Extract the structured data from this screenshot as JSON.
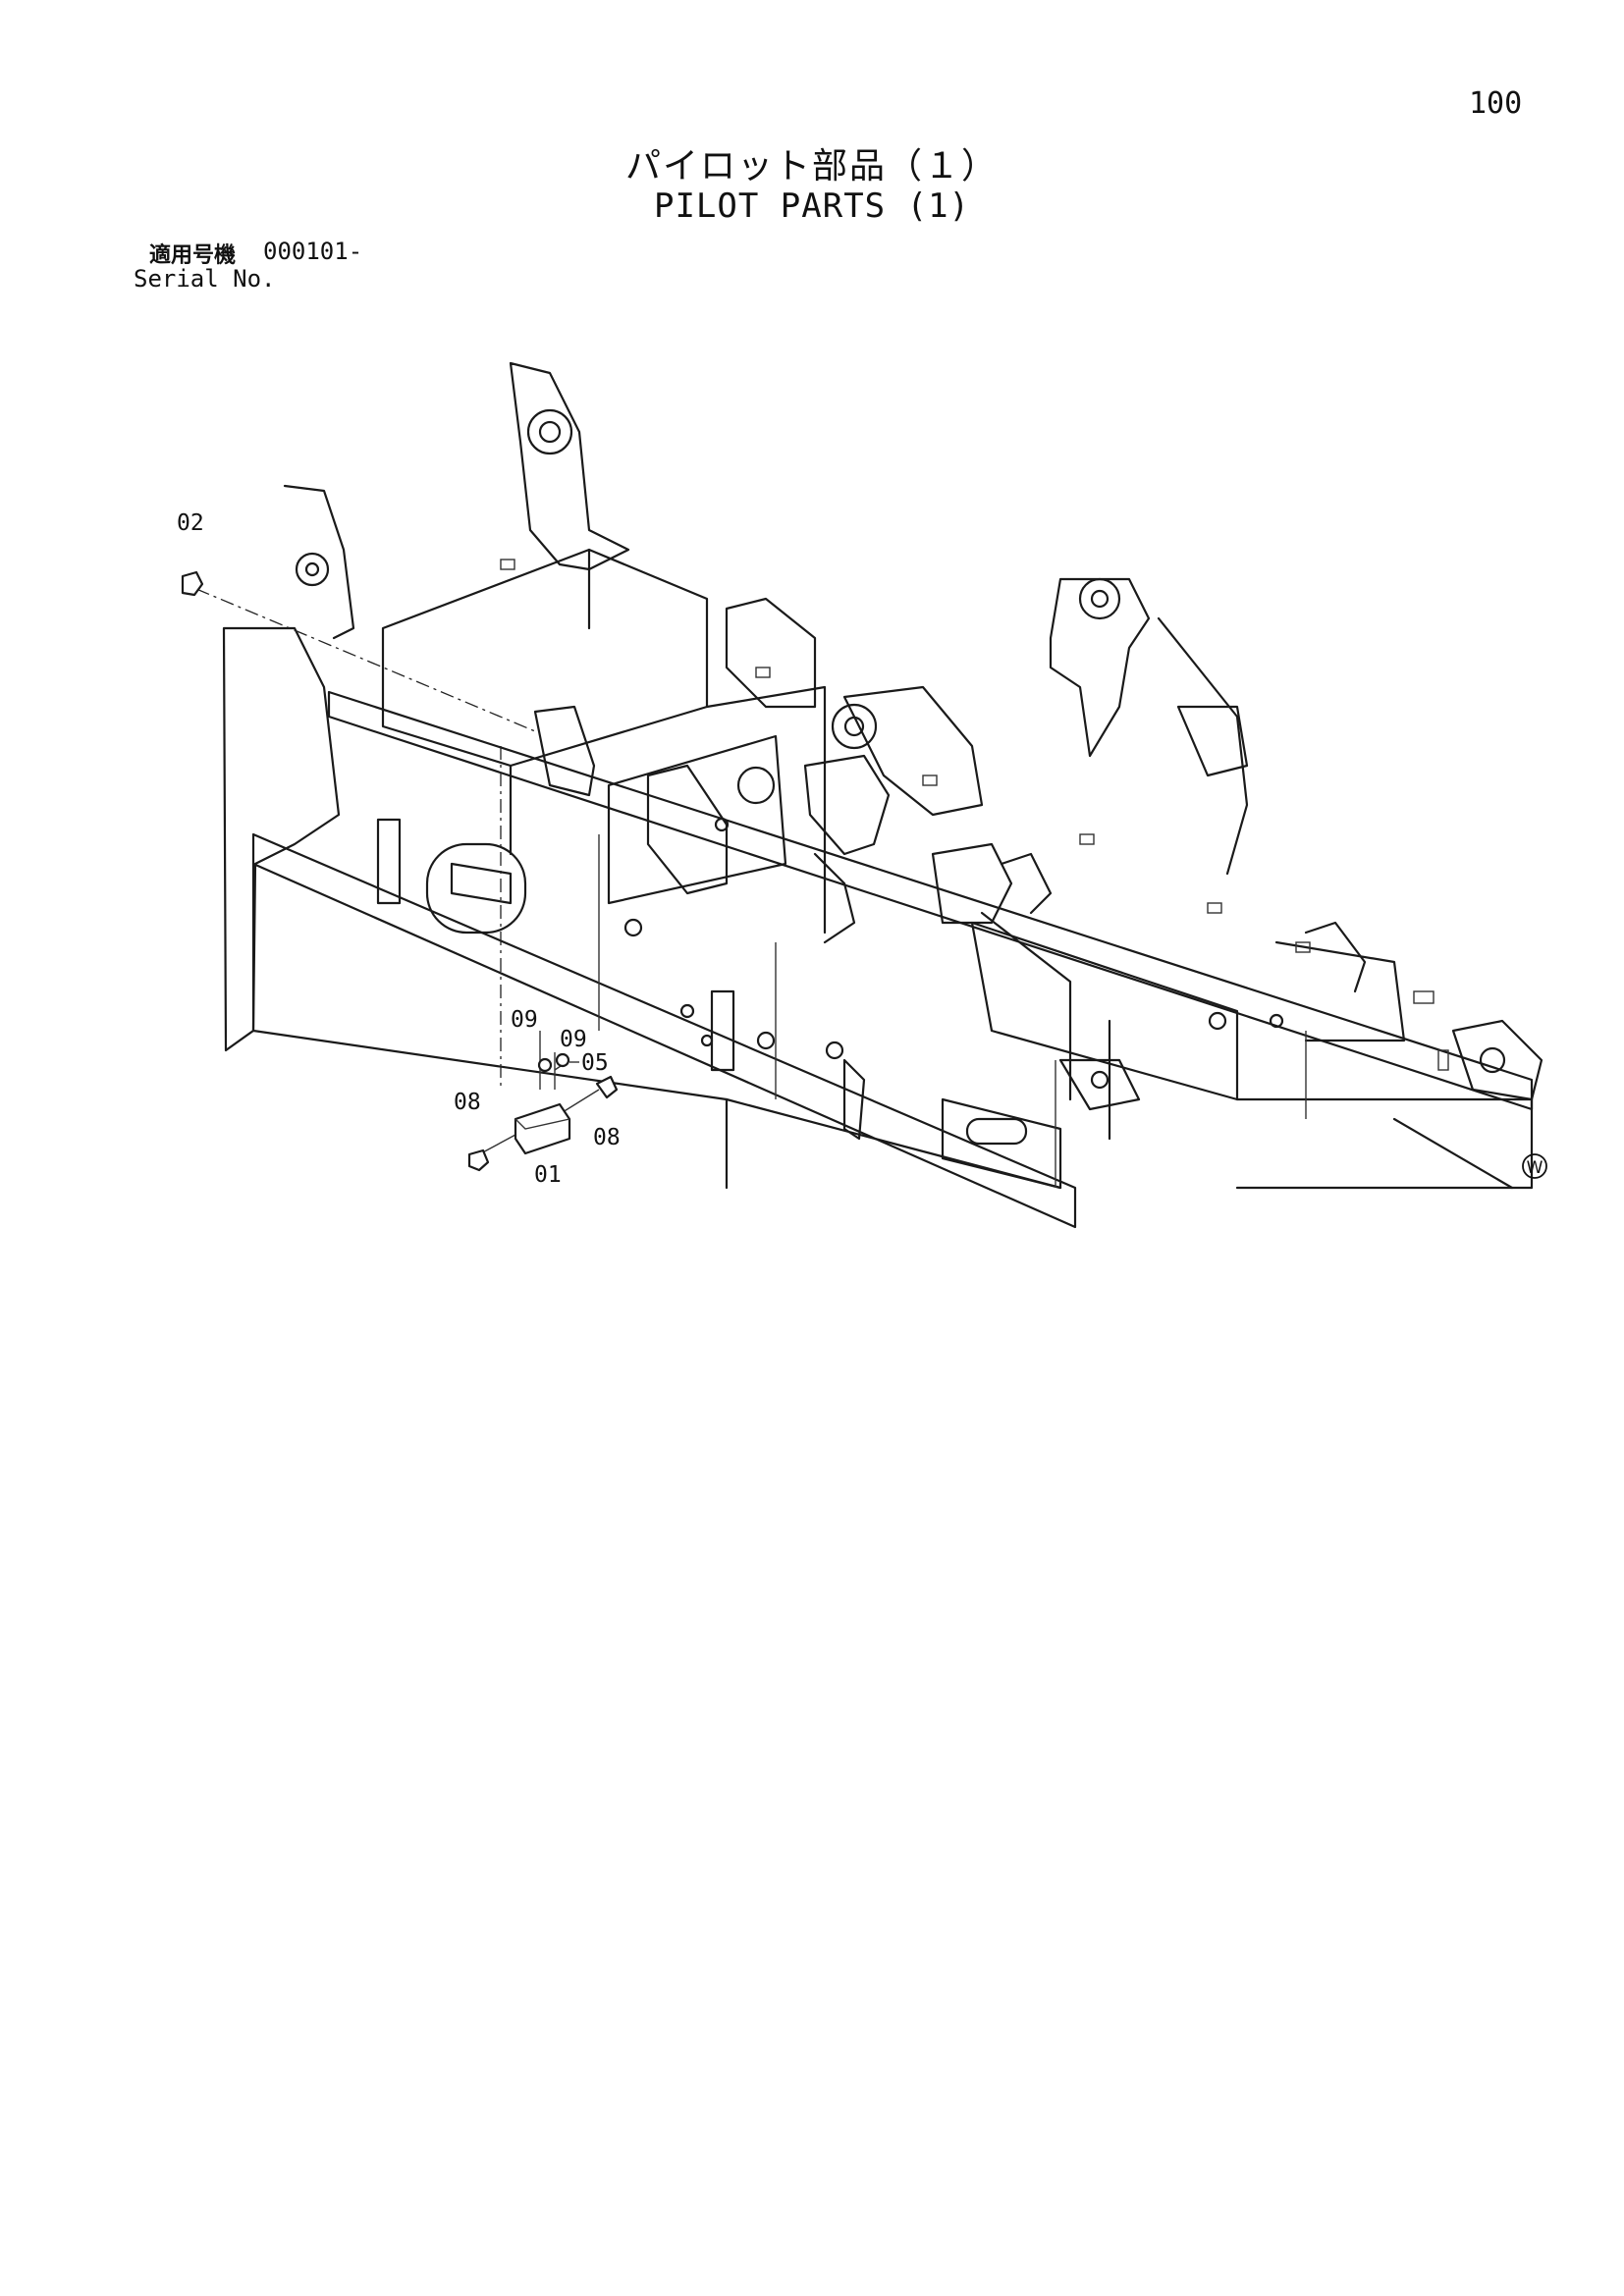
{
  "page_number": "100",
  "title_jp": "パイロット部品（１）",
  "title_en": "PILOT PARTS (1)",
  "serial_label_jp": "適用号機",
  "serial_value": "000101-",
  "serial_label_en": "Serial No.",
  "callouts": {
    "c02": "02",
    "c09a": "09",
    "c09b": "09",
    "c05": "05",
    "c08a": "08",
    "c08b": "08",
    "c01": "01"
  },
  "mark": "W"
}
